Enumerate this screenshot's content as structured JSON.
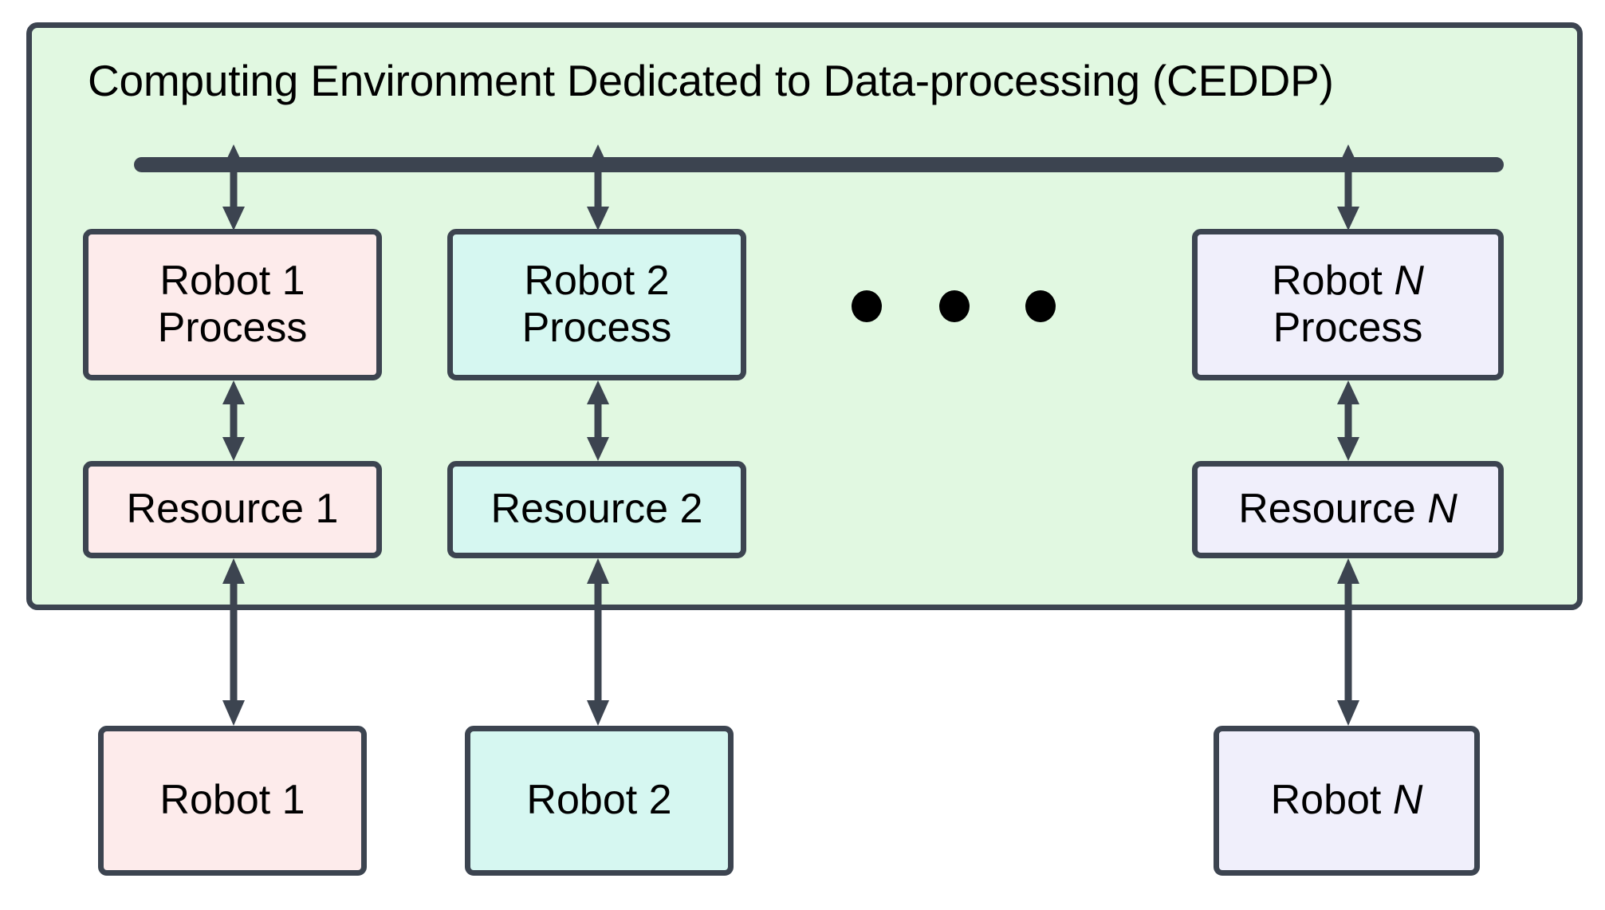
{
  "diagram": {
    "title": "Computing Environment Dedicated to Data-processing (CEDDP)",
    "panel_label": "Computing Environment Dedicated to Data-processing (CEDDP)",
    "bus": {
      "name": "communication-bus"
    },
    "ellipsis": "• • •",
    "colors": {
      "panel_fill": "#e1f8e1",
      "stroke": "#3c4450",
      "pink_fill": "#fdebeb",
      "mint_fill": "#d6f7f1",
      "lavender_fill": "#f0effb",
      "dot_fill": "#000000",
      "text": "#000000",
      "background": "#ffffff"
    },
    "process_nodes": [
      {
        "id": "robot-1-process",
        "line1": "Robot 1",
        "line2": "Process",
        "label": "Robot 1\nProcess",
        "fill": "pink"
      },
      {
        "id": "robot-2-process",
        "line1": "Robot 2",
        "line2": "Process",
        "label": "Robot 2\nProcess",
        "fill": "mint"
      },
      {
        "id": "robot-n-process",
        "line1_prefix": "Robot ",
        "line1_italic": "N",
        "line2": "Process",
        "fill": "lavender"
      }
    ],
    "resource_nodes": [
      {
        "id": "resource-1",
        "label": "Resource 1",
        "fill": "pink"
      },
      {
        "id": "resource-2",
        "label": "Resource 2",
        "fill": "mint"
      },
      {
        "id": "resource-n",
        "prefix": "Resource ",
        "italic": "N",
        "fill": "lavender"
      }
    ],
    "robot_nodes": [
      {
        "id": "robot-1",
        "label": "Robot 1",
        "fill": "pink"
      },
      {
        "id": "robot-2",
        "label": "Robot 2",
        "fill": "mint"
      },
      {
        "id": "robot-n",
        "prefix": "Robot ",
        "italic": "N",
        "fill": "lavender"
      }
    ],
    "connections": [
      {
        "from": "bus",
        "to": "robot-1-process",
        "type": "bidirectional"
      },
      {
        "from": "bus",
        "to": "robot-2-process",
        "type": "bidirectional"
      },
      {
        "from": "bus",
        "to": "robot-n-process",
        "type": "bidirectional"
      },
      {
        "from": "robot-1-process",
        "to": "resource-1",
        "type": "bidirectional"
      },
      {
        "from": "robot-2-process",
        "to": "resource-2",
        "type": "bidirectional"
      },
      {
        "from": "robot-n-process",
        "to": "resource-n",
        "type": "bidirectional"
      },
      {
        "from": "resource-1",
        "to": "robot-1",
        "type": "bidirectional"
      },
      {
        "from": "resource-2",
        "to": "robot-2",
        "type": "bidirectional"
      },
      {
        "from": "resource-n",
        "to": "robot-n",
        "type": "bidirectional"
      }
    ]
  }
}
